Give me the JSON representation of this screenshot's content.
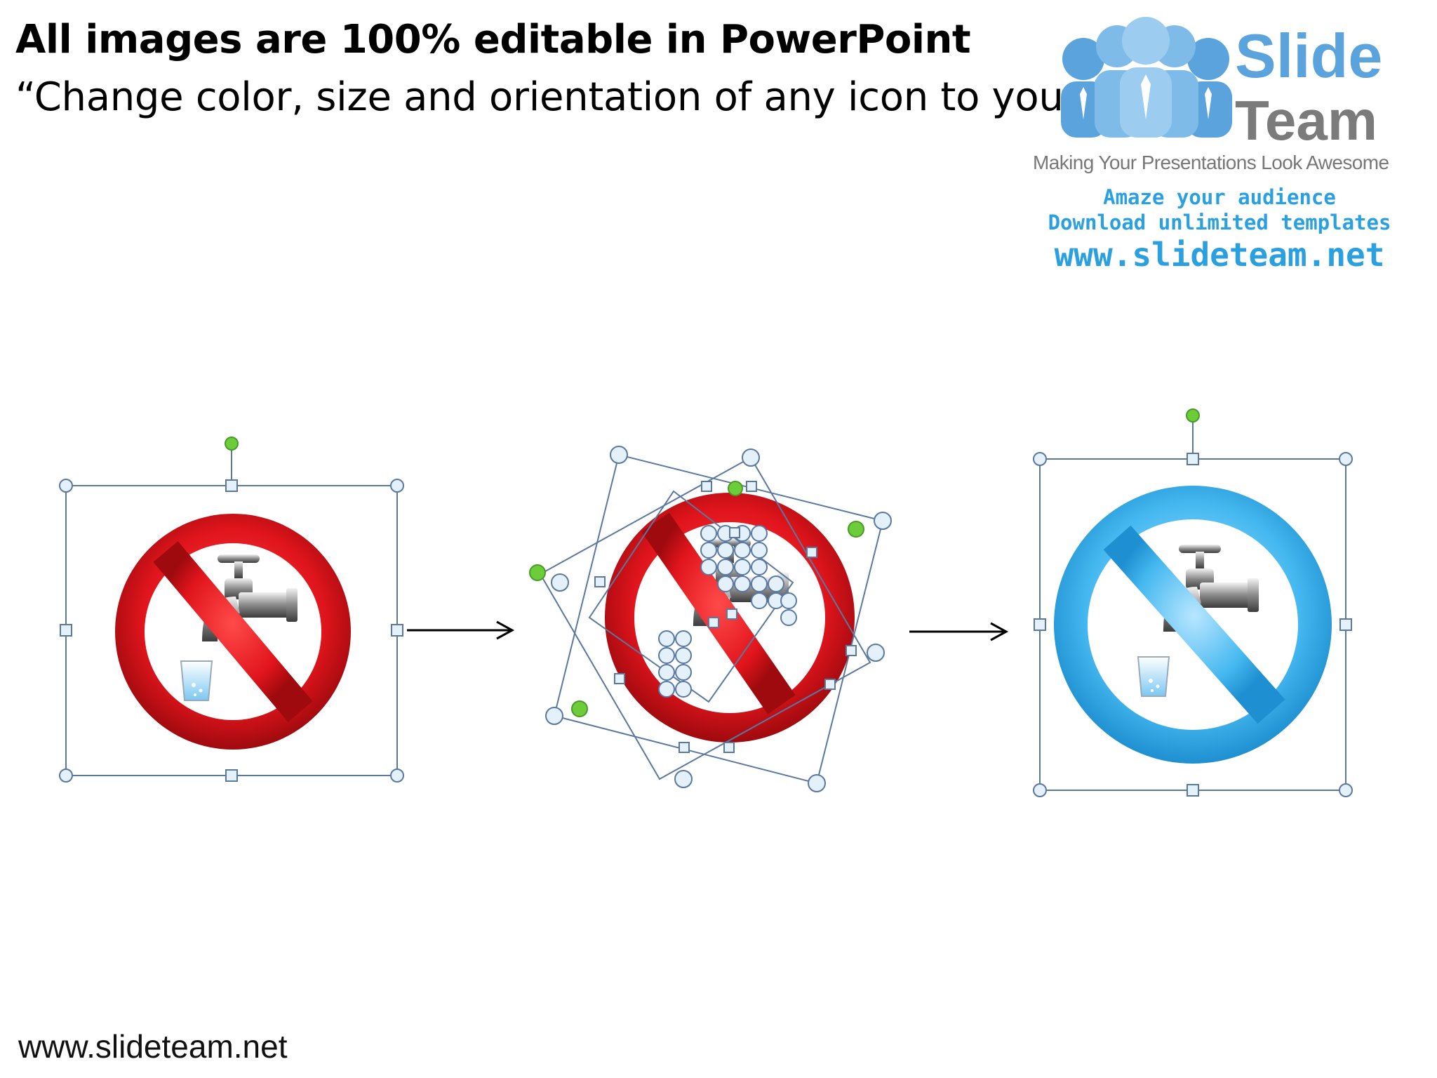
{
  "slide": {
    "title": "All images are 100% editable in PowerPoint",
    "subtitle": "“Change color, size and orientation of any icon to your liking”",
    "footer_url": "www.slideteam.net"
  },
  "logo": {
    "brand_line1": "Slide",
    "brand_line2": "Team",
    "tagline": "Making Your Presentations Look Awesome",
    "promo_line1": "Amaze your audience",
    "promo_line2": "Download unlimited templates",
    "promo_url": "www.slideteam.net"
  },
  "icons": [
    {
      "name": "no-water-icon-red",
      "color": "#d8121b",
      "state": "selected"
    },
    {
      "name": "no-water-icon-red-ungrouped-rotated",
      "color": "#d8121b",
      "state": "ungrouped"
    },
    {
      "name": "no-water-icon-blue",
      "color": "#3fb5ee",
      "state": "selected"
    }
  ],
  "colors": {
    "red": "#d8121b",
    "blue": "#3fb5ee",
    "handle": "#5a78a0",
    "rotate_handle": "#6dcc3a"
  }
}
